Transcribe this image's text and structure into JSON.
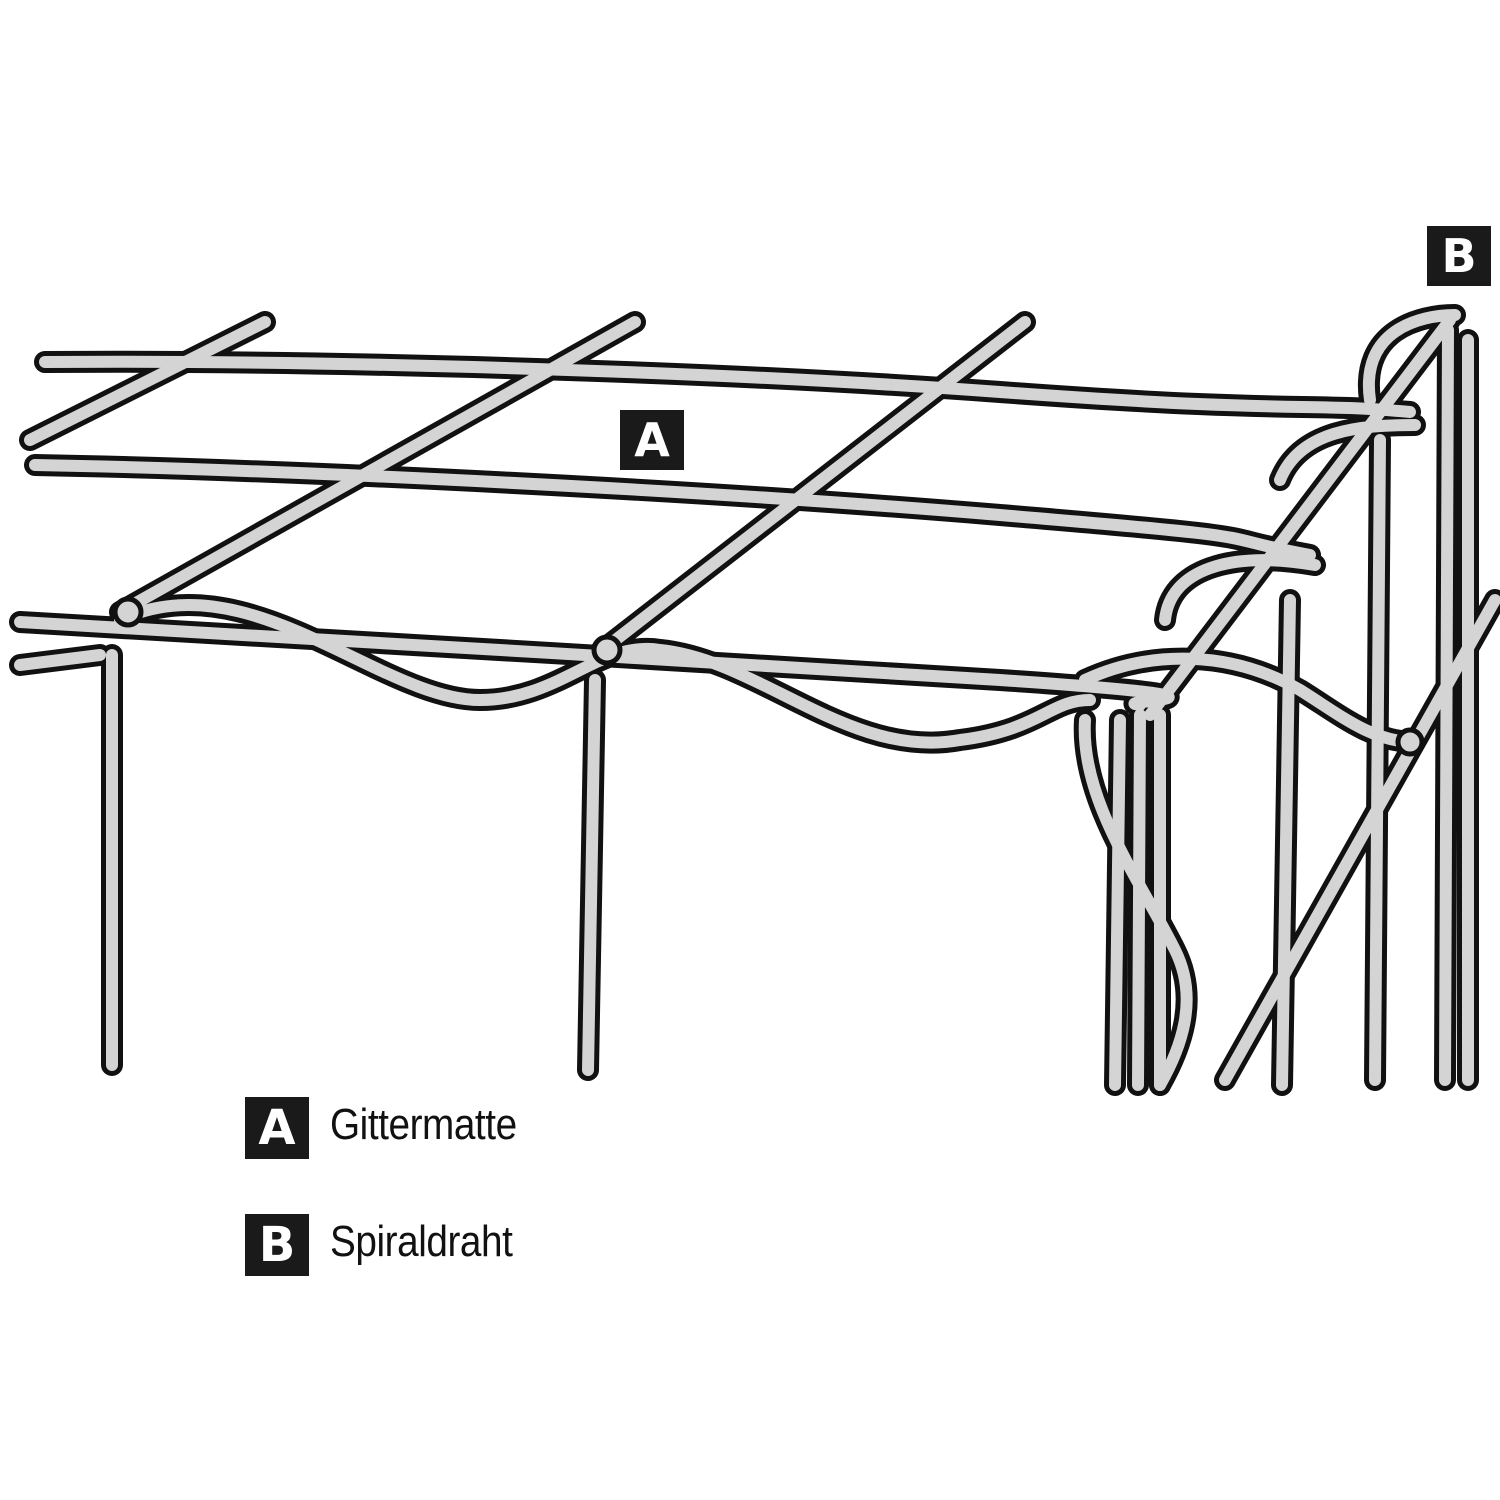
{
  "diagram": {
    "subject": "Gabion wire mesh corner joined with spiral wire",
    "wire_colors": {
      "fill": "#d4d4d4",
      "outline": "#111111"
    },
    "background": "#ffffff",
    "callouts": [
      {
        "id": "A",
        "letter": "A",
        "target": "grid-mat"
      },
      {
        "id": "B",
        "letter": "B",
        "target": "spiral-wire"
      }
    ]
  },
  "legend": {
    "items": [
      {
        "letter": "A",
        "label": "Gittermatte"
      },
      {
        "letter": "B",
        "label": "Spiraldraht"
      }
    ]
  }
}
